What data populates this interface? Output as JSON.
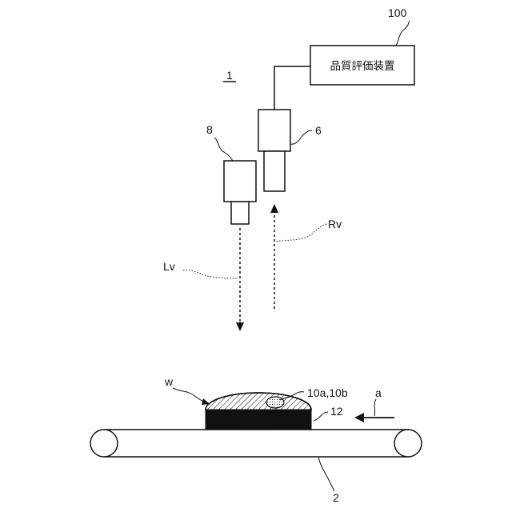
{
  "labels": {
    "evaluator_ref": "100",
    "evaluator_text": "品質評価装置",
    "system_ref": "1",
    "camera_ref": "6",
    "light_ref": "8",
    "reflected_light": "Rv",
    "emitted_light": "Lv",
    "workpiece_ref": "w",
    "defect_ref": "10a,10b",
    "base_ref": "12",
    "direction_ref": "a",
    "conveyor_ref": "2"
  },
  "colors": {
    "stroke": "#111111",
    "background": "#ffffff",
    "defect_fill": "#e8e8e8"
  }
}
